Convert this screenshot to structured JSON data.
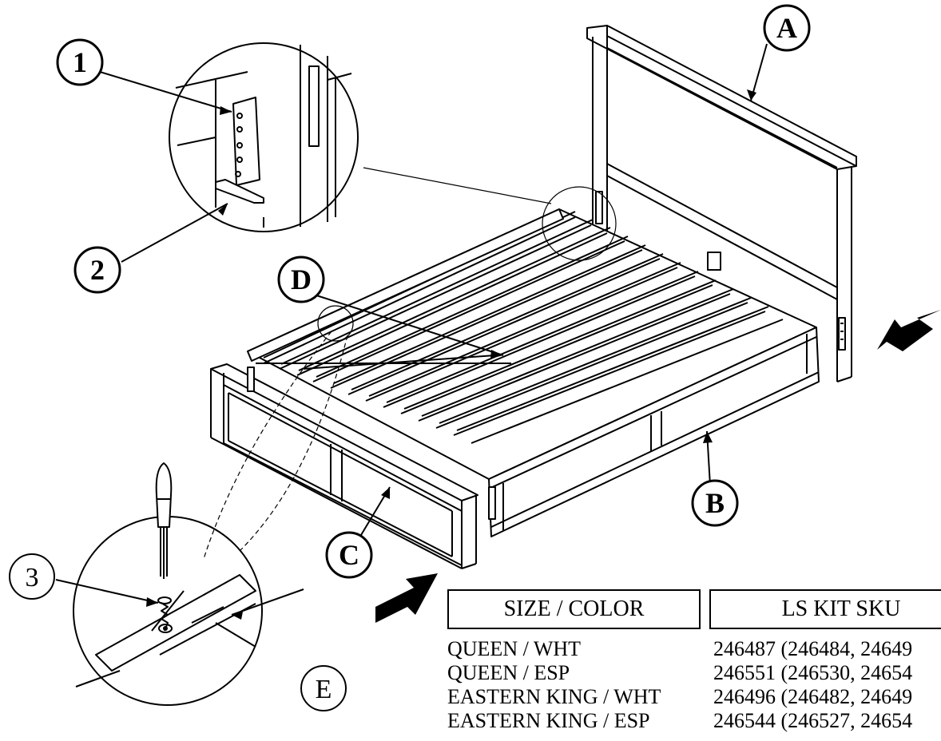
{
  "callouts": {
    "A": "A",
    "B": "B",
    "C": "C",
    "D": "D",
    "E": "E",
    "n1": "1",
    "n2": "2",
    "n3": "3"
  },
  "table": {
    "headers": [
      "SIZE / COLOR",
      "LS KIT SKU"
    ],
    "rows": [
      [
        "QUEEN / WHT",
        "246487 (246484, 24649"
      ],
      [
        "QUEEN / ESP",
        "246551 (246530, 24654"
      ],
      [
        "EASTERN KING / WHT",
        "246496 (246482, 24649"
      ],
      [
        "EASTERN KING / ESP",
        "246544 (246527, 24654"
      ]
    ]
  }
}
